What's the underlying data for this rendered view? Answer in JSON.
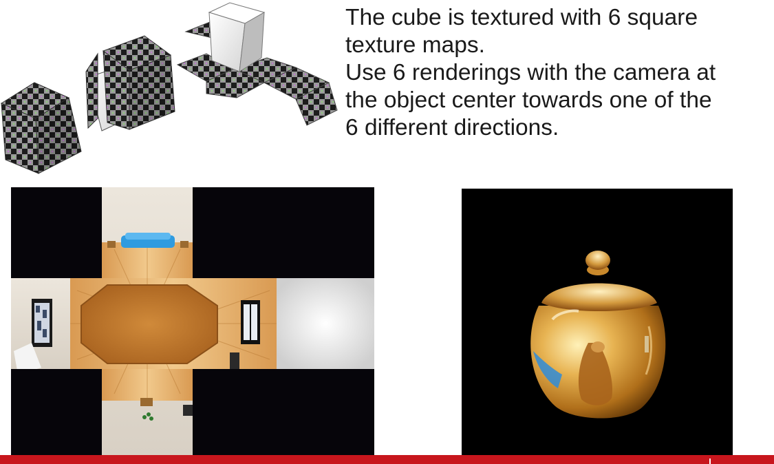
{
  "slide": {
    "text_lines": [
      "The cube is textured with 6 square",
      "texture maps.",
      "Use 6 renderings with the camera at",
      "the object center towards one of the",
      "6 different directions."
    ]
  },
  "colors": {
    "checker_dark": "#1c1c1c",
    "checker_light": "#9a9a9a",
    "wood": "#d89a4a",
    "sofa": "#2f9be0",
    "teapot_gold": "#d79a35",
    "footer_bar": "#c8161d"
  },
  "figures": {
    "cubes": "checkerboard-cube-unfolding",
    "cubemap": "room-environment-cube-map-cross",
    "teapot": "reflective-gold-teapot-render"
  }
}
